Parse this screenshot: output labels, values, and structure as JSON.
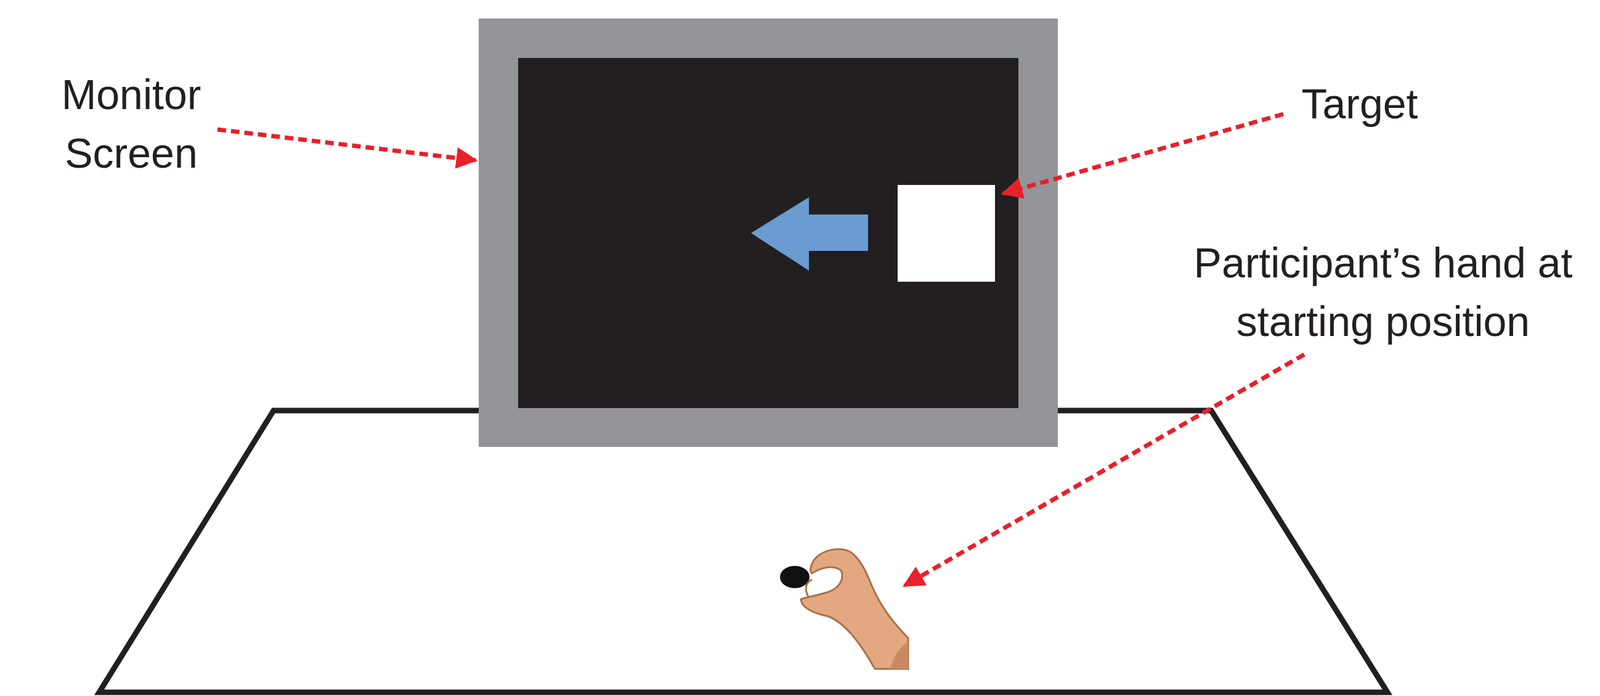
{
  "diagram": {
    "labels": [
      "Monitor Screen",
      "Target",
      "Participant’s hand at starting position"
    ]
  }
}
